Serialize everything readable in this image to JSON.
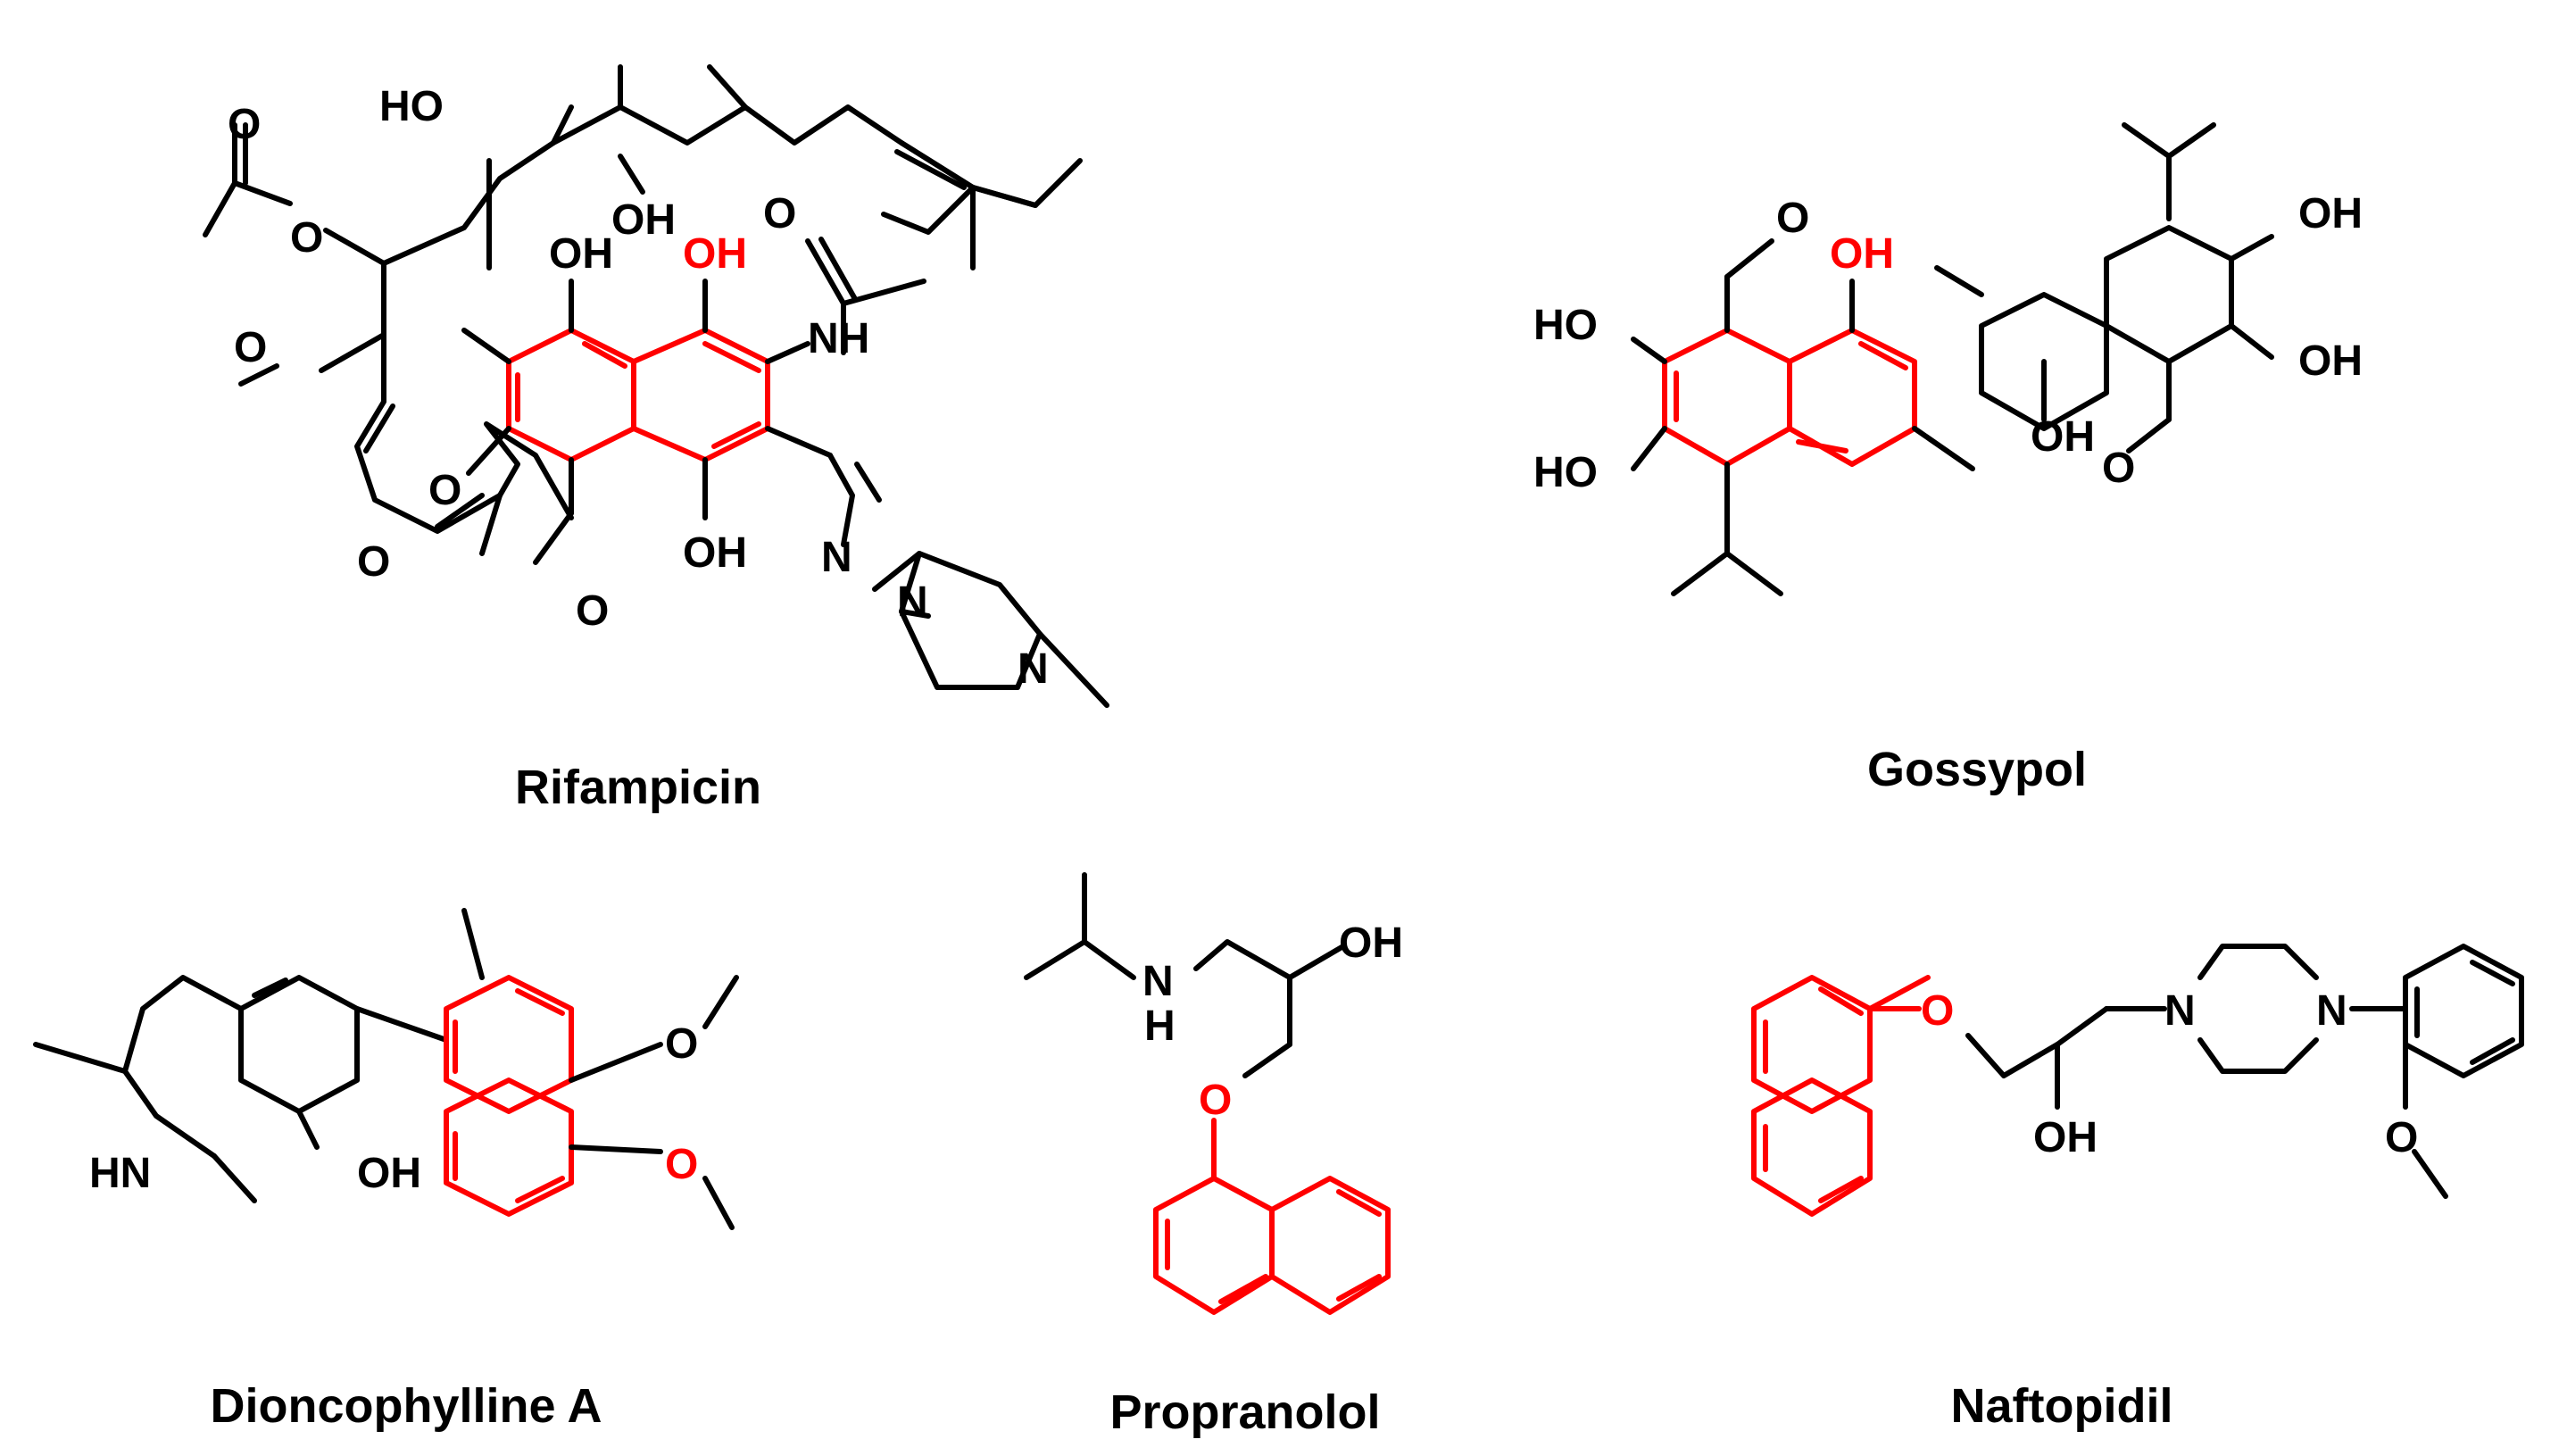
{
  "colors": {
    "scaffold": "#ff0000",
    "default": "#000000",
    "background": "#ffffff"
  },
  "molecules": [
    {
      "key": "rifampicin",
      "name": "Rifampicin",
      "atom_labels": [
        "HO",
        "OH",
        "OH",
        "OH",
        "OH",
        "O",
        "O",
        "O",
        "O",
        "O",
        "O",
        "O",
        "NH",
        "N",
        "N",
        "N"
      ]
    },
    {
      "key": "gossypol",
      "name": "Gossypol",
      "atom_labels": [
        "O",
        "OH",
        "HO",
        "HO",
        "OH",
        "OH",
        "OH",
        "O"
      ]
    },
    {
      "key": "dioncophylline",
      "name": "Dioncophylline A",
      "atom_labels": [
        "HN",
        "OH",
        "O",
        "O"
      ]
    },
    {
      "key": "propranolol",
      "name": "Propranolol",
      "atom_labels": [
        "N",
        "H",
        "OH",
        "O"
      ]
    },
    {
      "key": "naftopidil",
      "name": "Naftopidil",
      "atom_labels": [
        "O",
        "OH",
        "N",
        "N",
        "O"
      ]
    }
  ]
}
